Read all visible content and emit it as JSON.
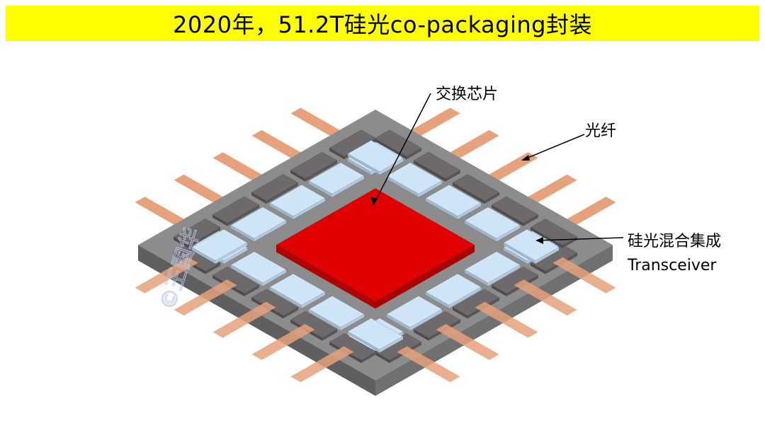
{
  "title": "2020年，51.2T硅光co-packaging封装",
  "labels": {
    "switch_chip": "交换芯片",
    "fiber": "光纤",
    "transceiver_line1": "硅光混合集成",
    "transceiver_line2": "Transceiver"
  },
  "watermark": "©王国华",
  "colors": {
    "title_bg": "#ffff00",
    "substrate_top": "#8c8c8c",
    "substrate_left": "#5f5f5f",
    "substrate_right": "#707070",
    "chip_top": "#e00000",
    "chip_side": "#a80000",
    "transceiver": "#cfe4f7",
    "coupler": "#6e6a6c",
    "fiber": "#e6a27c"
  }
}
